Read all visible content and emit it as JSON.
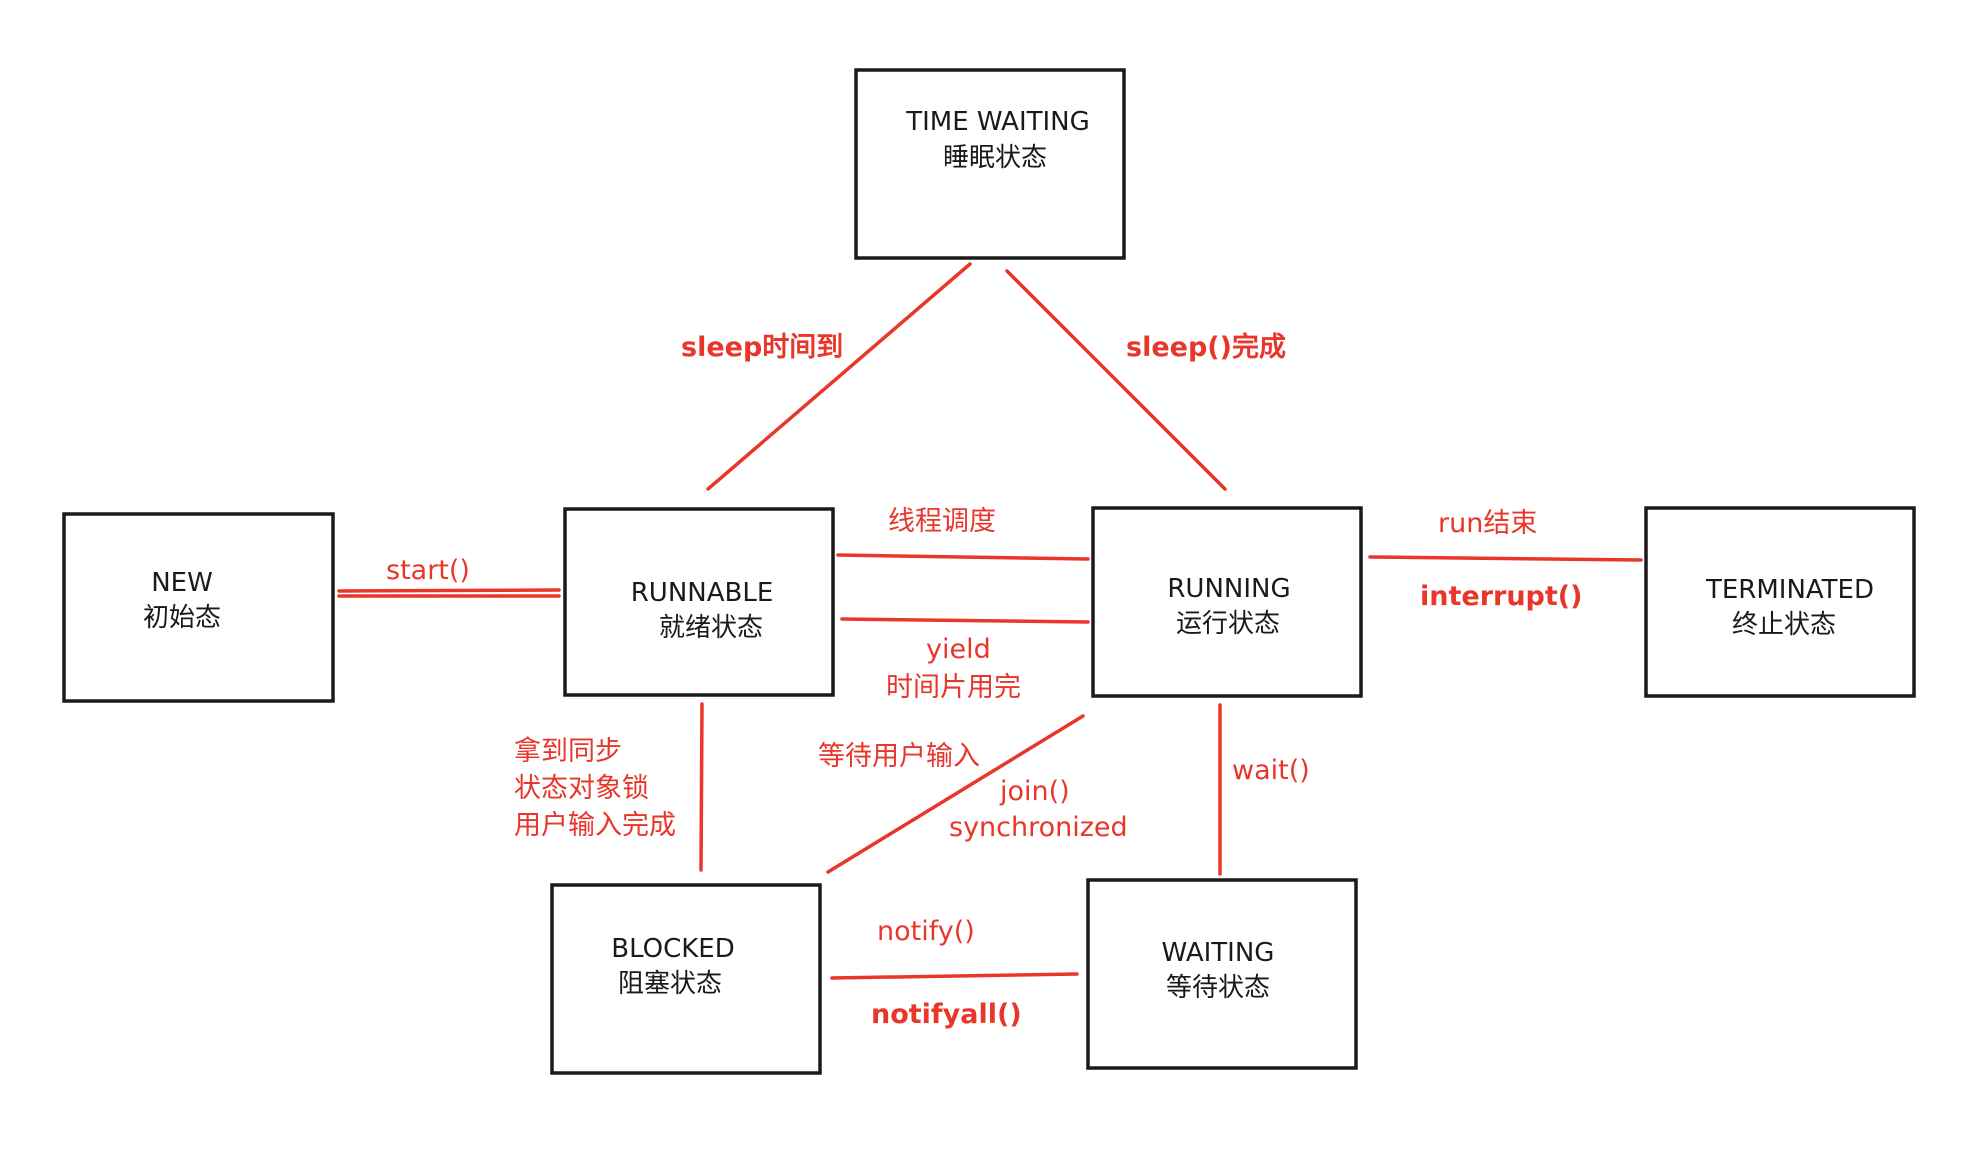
{
  "colors": {
    "edge": "#e8362a",
    "box_stroke": "#1a1a1a",
    "background": "#ffffff"
  },
  "states": {
    "time_waiting": {
      "name": "TIME WAITING",
      "label": "睡眠状态"
    },
    "new": {
      "name": "NEW",
      "label": "初始态"
    },
    "runnable": {
      "name": "RUNNABLE",
      "label": "就绪状态"
    },
    "running": {
      "name": "RUNNING",
      "label": "运行状态"
    },
    "terminated": {
      "name": "TERMINATED",
      "label": "终止状态"
    },
    "blocked": {
      "name": "BLOCKED",
      "label": "阻塞状态"
    },
    "waiting": {
      "name": "WAITING",
      "label": "等待状态"
    }
  },
  "transitions": {
    "sleep_timeout": "sleep时间到",
    "sleep_done": "sleep()完成",
    "start": "start()",
    "thread_schedule": "线程调度",
    "yield": "yield",
    "time_slice": "时间片用完",
    "run_end": "run结束",
    "interrupt": "interrupt()",
    "got_lock_1": "拿到同步",
    "got_lock_2": "状态对象锁",
    "got_lock_3": "用户输入完成",
    "wait_input": "等待用户输入",
    "join": "join()",
    "synchronized": "synchronized",
    "wait": "wait()",
    "notify": "notify()",
    "notifyall": "notifyall()"
  }
}
